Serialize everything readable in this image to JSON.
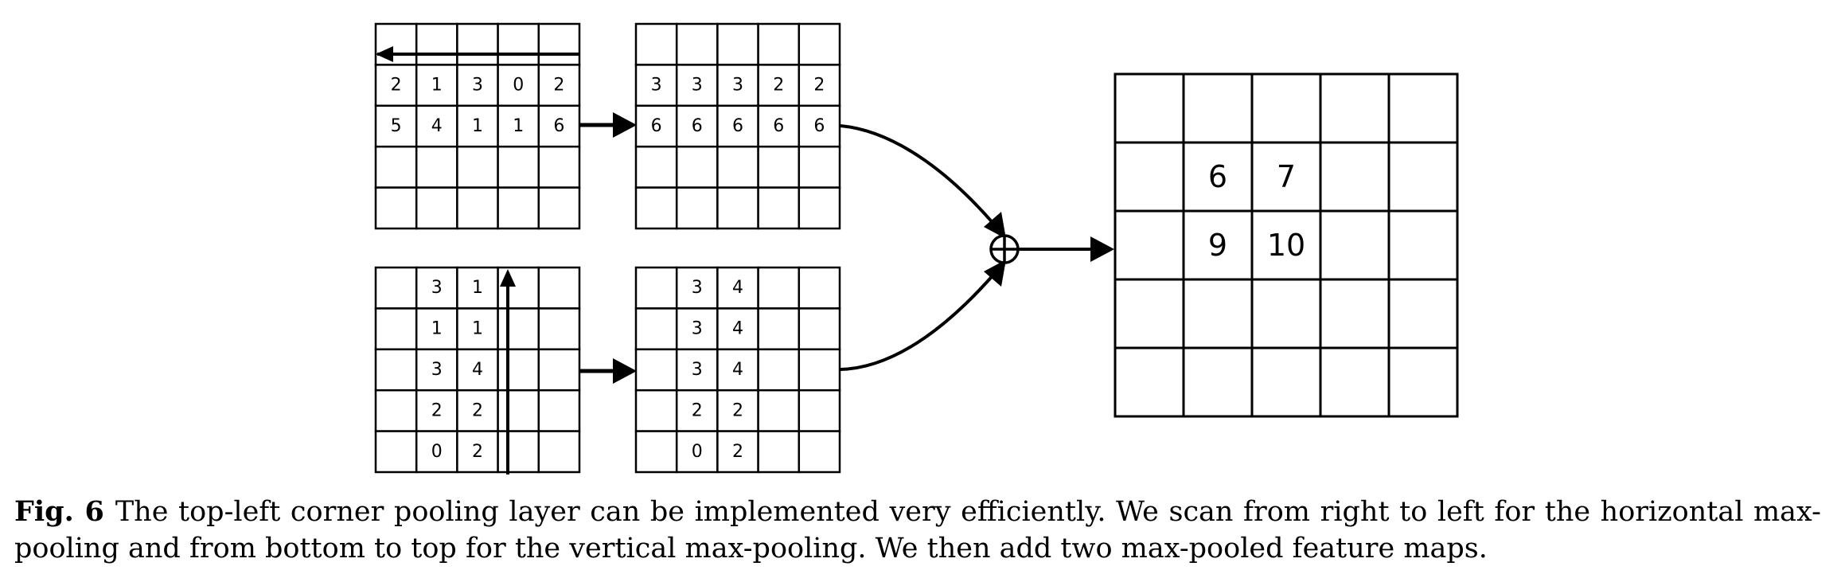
{
  "figure": {
    "horizontal_input": [
      [
        "",
        "",
        "",
        "",
        ""
      ],
      [
        "2",
        "1",
        "3",
        "0",
        "2"
      ],
      [
        "5",
        "4",
        "1",
        "1",
        "6"
      ],
      [
        "",
        "",
        "",
        "",
        ""
      ],
      [
        "",
        "",
        "",
        "",
        ""
      ]
    ],
    "horizontal_pooled": [
      [
        "",
        "",
        "",
        "",
        ""
      ],
      [
        "3",
        "3",
        "3",
        "2",
        "2"
      ],
      [
        "6",
        "6",
        "6",
        "6",
        "6"
      ],
      [
        "",
        "",
        "",
        "",
        ""
      ],
      [
        "",
        "",
        "",
        "",
        ""
      ]
    ],
    "vertical_input": [
      [
        "",
        "3",
        "1",
        "",
        ""
      ],
      [
        "",
        "1",
        "1",
        "",
        ""
      ],
      [
        "",
        "3",
        "4",
        "",
        ""
      ],
      [
        "",
        "2",
        "2",
        "",
        ""
      ],
      [
        "",
        "0",
        "2",
        "",
        ""
      ]
    ],
    "vertical_pooled": [
      [
        "",
        "3",
        "4",
        "",
        ""
      ],
      [
        "",
        "3",
        "4",
        "",
        ""
      ],
      [
        "",
        "3",
        "4",
        "",
        ""
      ],
      [
        "",
        "2",
        "2",
        "",
        ""
      ],
      [
        "",
        "0",
        "2",
        "",
        ""
      ]
    ],
    "output": [
      [
        "",
        "",
        "",
        "",
        ""
      ],
      [
        "",
        "6",
        "7",
        "",
        ""
      ],
      [
        "",
        "9",
        "10",
        "",
        ""
      ],
      [
        "",
        "",
        "",
        "",
        ""
      ],
      [
        "",
        "",
        "",
        "",
        ""
      ]
    ]
  },
  "caption": {
    "label": "Fig. 6",
    "text": "The top-left corner pooling layer can be implemented very efficiently. We scan from right to left for the horizontal max-pooling and from bottom to top for the vertical max-pooling. We then add two max-pooled feature maps."
  }
}
